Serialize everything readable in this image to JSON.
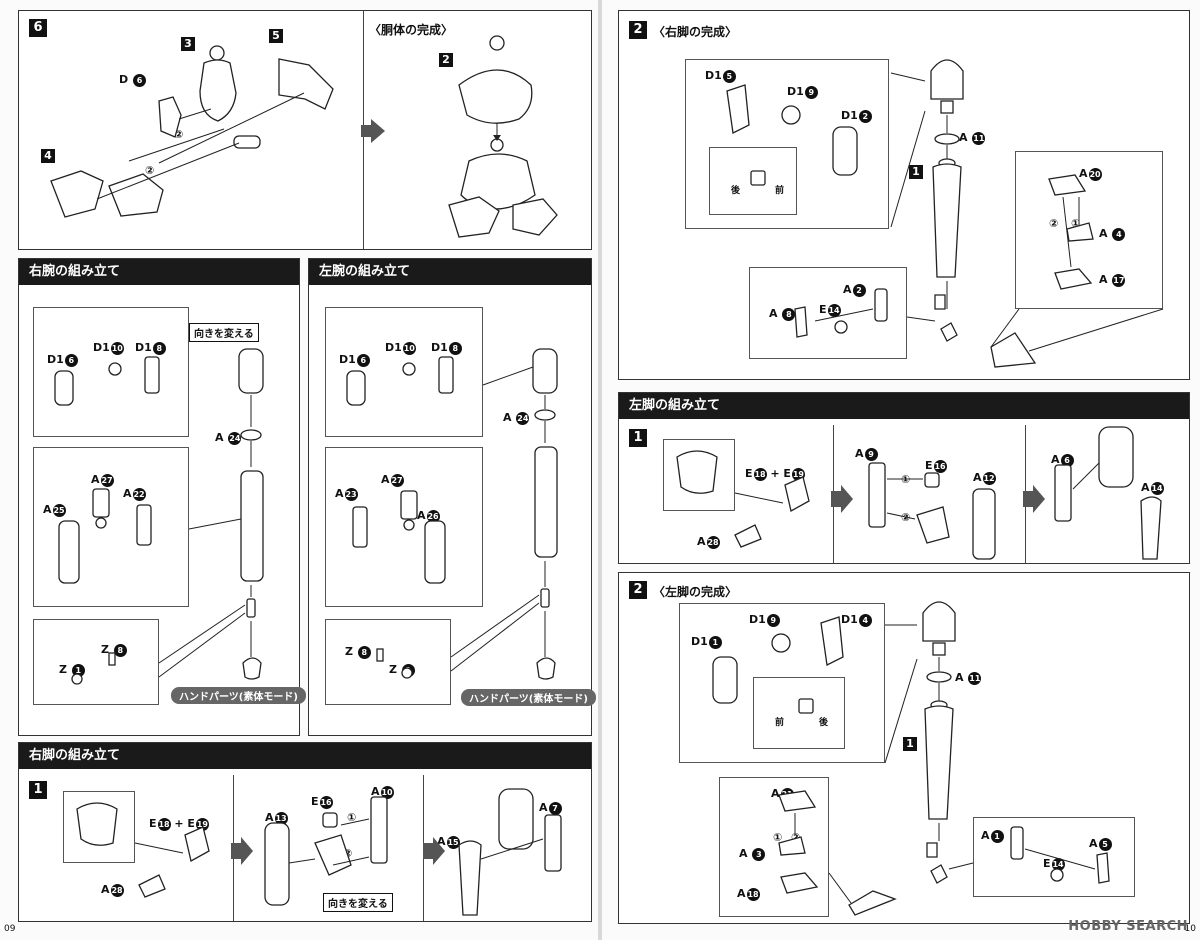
{
  "left_page": {
    "page_number": "09",
    "step6": {
      "step_number": "6",
      "labels": {
        "p3": "3",
        "p5": "5",
        "p4": "4",
        "d": "D",
        "d_num": "6",
        "c1": "①",
        "c2a": "②",
        "c2b": "②"
      },
      "torso_title": "〈胴体の完成〉",
      "torso_step": "2"
    },
    "right_arm": {
      "header": "右腕の組み立て",
      "change_dir": "向きを変える",
      "parts": {
        "d16": "D1",
        "d16n": "6",
        "d110": "D1",
        "d110n": "10",
        "d18": "D1",
        "d18n": "8",
        "a24": "A",
        "a24n": "24",
        "a27": "A",
        "a27n": "27",
        "a25": "A",
        "a25n": "25",
        "a22": "A",
        "a22n": "22",
        "z8": "Z",
        "z8n": "8",
        "z1": "Z",
        "z1n": "1"
      },
      "hand_tag": "ハンドパーツ(素体モード)"
    },
    "left_arm": {
      "header": "左腕の組み立て",
      "parts": {
        "d16": "D1",
        "d16n": "6",
        "d110": "D1",
        "d110n": "10",
        "d18": "D1",
        "d18n": "8",
        "a24": "A",
        "a24n": "24",
        "a27": "A",
        "a27n": "27",
        "a23": "A",
        "a23n": "23",
        "a26": "A",
        "a26n": "26",
        "z8": "Z",
        "z8n": "8",
        "z1": "Z",
        "z1n": "1"
      },
      "hand_tag": "ハンドパーツ(素体モード)"
    },
    "right_leg": {
      "header": "右脚の組み立て",
      "step_number": "1",
      "parts": {
        "e18": "E",
        "e18n": "18",
        "plus": "+",
        "e19": "E",
        "e19n": "19",
        "a28": "A",
        "a28n": "28",
        "e16": "E",
        "e16n": "16",
        "a10": "A",
        "a10n": "10",
        "a13": "A",
        "a13n": "13",
        "a15": "A",
        "a15n": "15",
        "a7": "A",
        "a7n": "7",
        "c1": "①",
        "c2": "②"
      },
      "change_dir": "向きを変える"
    }
  },
  "right_page": {
    "page_number": "10",
    "right_leg_complete": {
      "step_number": "2",
      "title": "〈右脚の完成〉",
      "parts": {
        "d15": "D1",
        "d15n": "5",
        "d19": "D1",
        "d19n": "9",
        "d12": "D1",
        "d12n": "2",
        "a11": "A",
        "a11n": "11",
        "a20": "A",
        "a20n": "20",
        "a4": "A",
        "a4n": "4",
        "a17": "A",
        "a17n": "17",
        "a8": "A",
        "a8n": "8",
        "e14": "E",
        "e14n": "14",
        "a2": "A",
        "a2n": "2",
        "c1": "①",
        "c2": "②",
        "back": "後",
        "front": "前",
        "step1": "1"
      }
    },
    "left_leg": {
      "header": "左脚の組み立て",
      "step_number": "1",
      "parts": {
        "e18": "E",
        "e18n": "18",
        "plus": "+",
        "e19": "E",
        "e19n": "19",
        "a28": "A",
        "a28n": "28",
        "a9": "A",
        "a9n": "9",
        "e16": "E",
        "e16n": "16",
        "a12": "A",
        "a12n": "12",
        "a6": "A",
        "a6n": "6",
        "a14": "A",
        "a14n": "14",
        "c1": "①",
        "c2": "②"
      }
    },
    "left_leg_complete": {
      "step_number": "2",
      "title": "〈左脚の完成〉",
      "parts": {
        "d19": "D1",
        "d19n": "9",
        "d14": "D1",
        "d14n": "4",
        "d11": "D1",
        "d11n": "1",
        "a11": "A",
        "a11n": "11",
        "a21": "A",
        "a21n": "21",
        "a3": "A",
        "a3n": "3",
        "a18": "A",
        "a18n": "18",
        "a1": "A",
        "a1n": "1",
        "e14": "E",
        "e14n": "14",
        "a5": "A",
        "a5n": "5",
        "c1": "①",
        "c2": "②",
        "front": "前",
        "back": "後",
        "step1": "1"
      }
    },
    "watermark": "HOBBY SEARCH"
  }
}
